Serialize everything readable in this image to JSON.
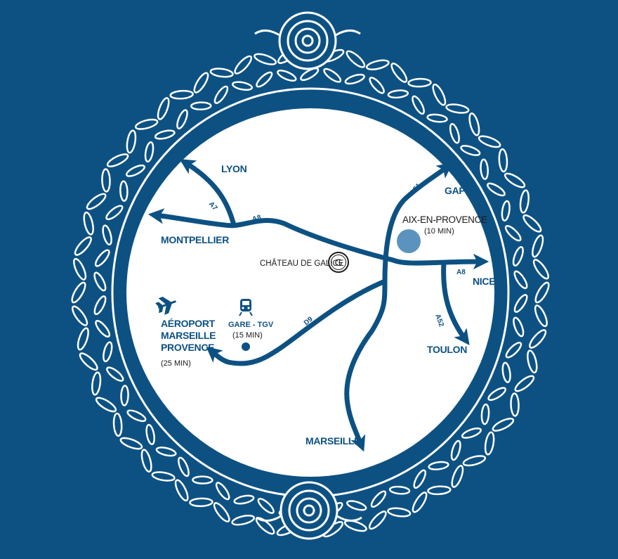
{
  "colors": {
    "background": "#0d5183",
    "circle": "#ffffff",
    "road": "#0d5183",
    "aix_dot": "#5b93bf"
  },
  "map": {
    "places": {
      "lyon": "LYON",
      "montpellier": "MONTPELLIER",
      "gap": "GAP",
      "aix": "AIX-EN-PROVENCE",
      "aix_time": "(10 MIN)",
      "chateau": "CHÂTEAU DE GALICE",
      "chateau_logo": "G",
      "nice": "NICE",
      "toulon": "TOULON",
      "airport_line1": "AÉROPORT",
      "airport_line2": "MARSEILLE",
      "airport_line3": "PROVENCE",
      "airport_time": "(25 MIN)",
      "station": "GARE - TGV",
      "station_time": "(15 MIN)",
      "marseille": "MARSEILLE"
    },
    "roads": {
      "a7": "A7",
      "a8_west": "A8",
      "a51": "A51",
      "a8_east": "A8",
      "a52": "A52",
      "d9": "D9"
    },
    "icons": [
      "airplane-icon",
      "train-icon",
      "rose-icon",
      "laurel-wreath"
    ]
  }
}
